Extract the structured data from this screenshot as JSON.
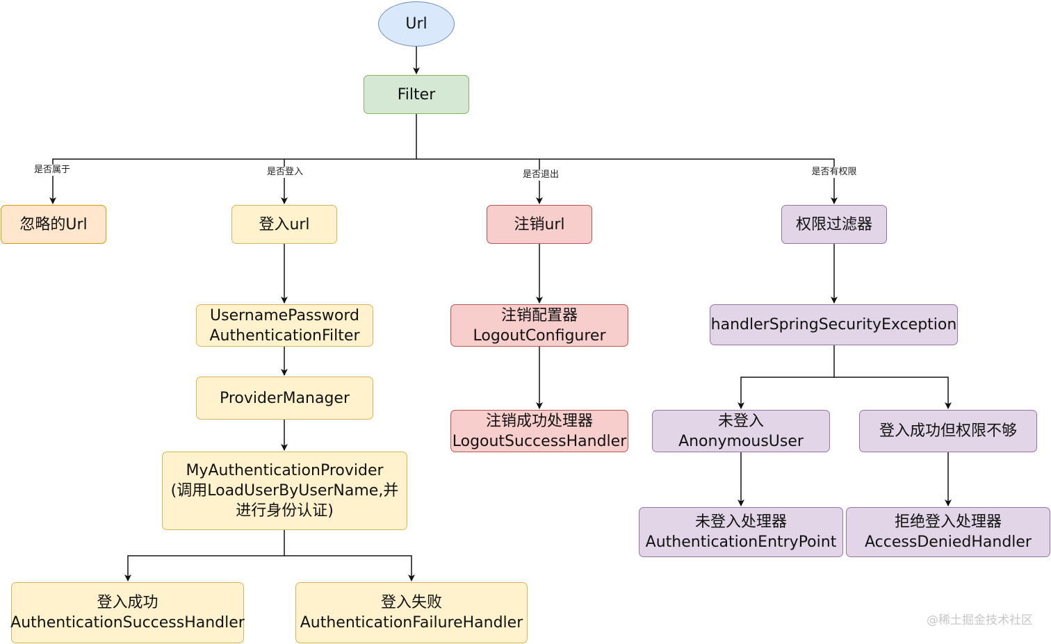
{
  "nodes": {
    "url": "Url",
    "filter": "Filter",
    "ignore_url": "忽略的Url",
    "login_url": "登入url",
    "logout_url": "注销url",
    "permission_filter": "权限过滤器",
    "username_password_filter": "UsernamePassword\nAuthenticationFilter",
    "provider_manager": "ProviderManager",
    "my_auth_provider": "MyAuthenticationProvider\n(调用LoadUserByUserName,并\n进行身份认证)",
    "login_success": "登入成功\nAuthenticationSuccessHandler",
    "login_failure": "登入失败\nAuthenticationFailureHandler",
    "logout_configurer": "注销配置器\nLogoutConfigurer",
    "logout_success_handler": "注销成功处理器\nLogoutSuccessHandler",
    "handler_exception": "handlerSpringSecurityException",
    "anonymous_user": "未登入\nAnonymousUser",
    "login_no_permission": "登入成功但权限不够",
    "entry_point": "未登入处理器\nAuthenticationEntryPoint",
    "access_denied": "拒绝登入处理器\nAccessDeniedHandler"
  },
  "edge_labels": {
    "is_ignored": "是否属于",
    "is_login": "是否登入",
    "is_logout": "是否退出",
    "has_permission": "是否有权限"
  },
  "watermark": "@稀土掘金技术社区",
  "colors": {
    "blue_fill": "#dae8fc",
    "blue_stroke": "#6c8ebf",
    "green_fill": "#d5e8d4",
    "green_stroke": "#82b366",
    "orange_fill": "#ffe6cc",
    "orange_stroke": "#d79b00",
    "yellow_fill": "#fff2cc",
    "yellow_stroke": "#d6b656",
    "red_fill": "#f8cecc",
    "red_stroke": "#b85450",
    "purple_fill": "#e1d5e7",
    "purple_stroke": "#9673a6"
  }
}
